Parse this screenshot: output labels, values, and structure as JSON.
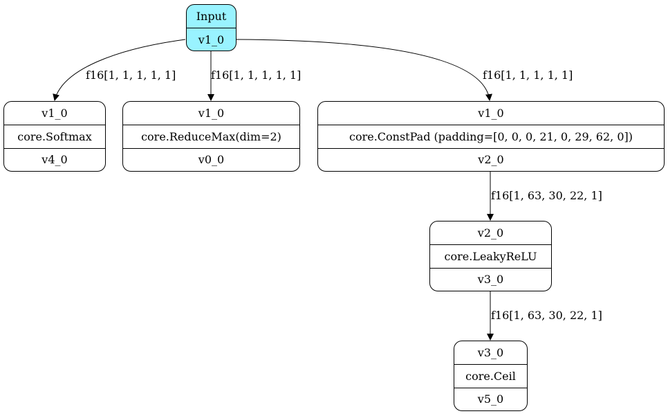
{
  "colors": {
    "input_fill": "#99f3ff",
    "node_fill": "#ffffff",
    "stroke": "#000000"
  },
  "nodes": {
    "input": {
      "title": "Input",
      "out": "v1_0"
    },
    "softmax": {
      "in": "v1_0",
      "op": "core.Softmax",
      "out": "v4_0"
    },
    "reducemax": {
      "in": "v1_0",
      "op": "core.ReduceMax(dim=2)",
      "out": "v0_0"
    },
    "constpad": {
      "in": "v1_0",
      "op": "core.ConstPad (padding=[0, 0, 0, 21, 0, 29, 62, 0])",
      "out": "v2_0"
    },
    "leakyrelu": {
      "in": "v2_0",
      "op": "core.LeakyReLU",
      "out": "v3_0"
    },
    "ceil": {
      "in": "v3_0",
      "op": "core.Ceil",
      "out": "v5_0"
    }
  },
  "edges": {
    "input_softmax": "f16[1, 1, 1, 1, 1]",
    "input_reducemax": "f16[1, 1, 1, 1, 1]",
    "input_constpad": "f16[1, 1, 1, 1, 1]",
    "constpad_leakyrelu": "f16[1, 63, 30, 22, 1]",
    "leakyrelu_ceil": "f16[1, 63, 30, 22, 1]"
  }
}
